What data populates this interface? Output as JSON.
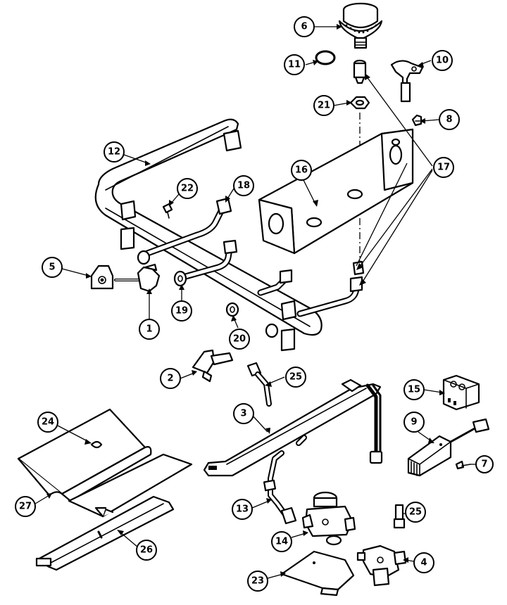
{
  "callouts": [
    {
      "id": "c6",
      "label": "6"
    },
    {
      "id": "c11",
      "label": "11"
    },
    {
      "id": "c10a",
      "label": "10"
    },
    {
      "id": "c21",
      "label": "21"
    },
    {
      "id": "c8",
      "label": "8"
    },
    {
      "id": "c17",
      "label": "17"
    },
    {
      "id": "c12",
      "label": "12"
    },
    {
      "id": "c22",
      "label": "22"
    },
    {
      "id": "c18",
      "label": "18"
    },
    {
      "id": "c16",
      "label": "16"
    },
    {
      "id": "c5",
      "label": "5"
    },
    {
      "id": "c19",
      "label": "19"
    },
    {
      "id": "c1",
      "label": "1"
    },
    {
      "id": "c20",
      "label": "20"
    },
    {
      "id": "c2",
      "label": "2"
    },
    {
      "id": "c25a",
      "label": "25"
    },
    {
      "id": "c15",
      "label": "15"
    },
    {
      "id": "c3",
      "label": "3"
    },
    {
      "id": "c9",
      "label": "9"
    },
    {
      "id": "c24",
      "label": "24"
    },
    {
      "id": "c7",
      "label": "7"
    },
    {
      "id": "c27",
      "label": "27"
    },
    {
      "id": "c13",
      "label": "13"
    },
    {
      "id": "c25b",
      "label": "25"
    },
    {
      "id": "c14",
      "label": "14"
    },
    {
      "id": "c26",
      "label": "26"
    },
    {
      "id": "c4",
      "label": "4"
    },
    {
      "id": "c23",
      "label": "23"
    }
  ]
}
